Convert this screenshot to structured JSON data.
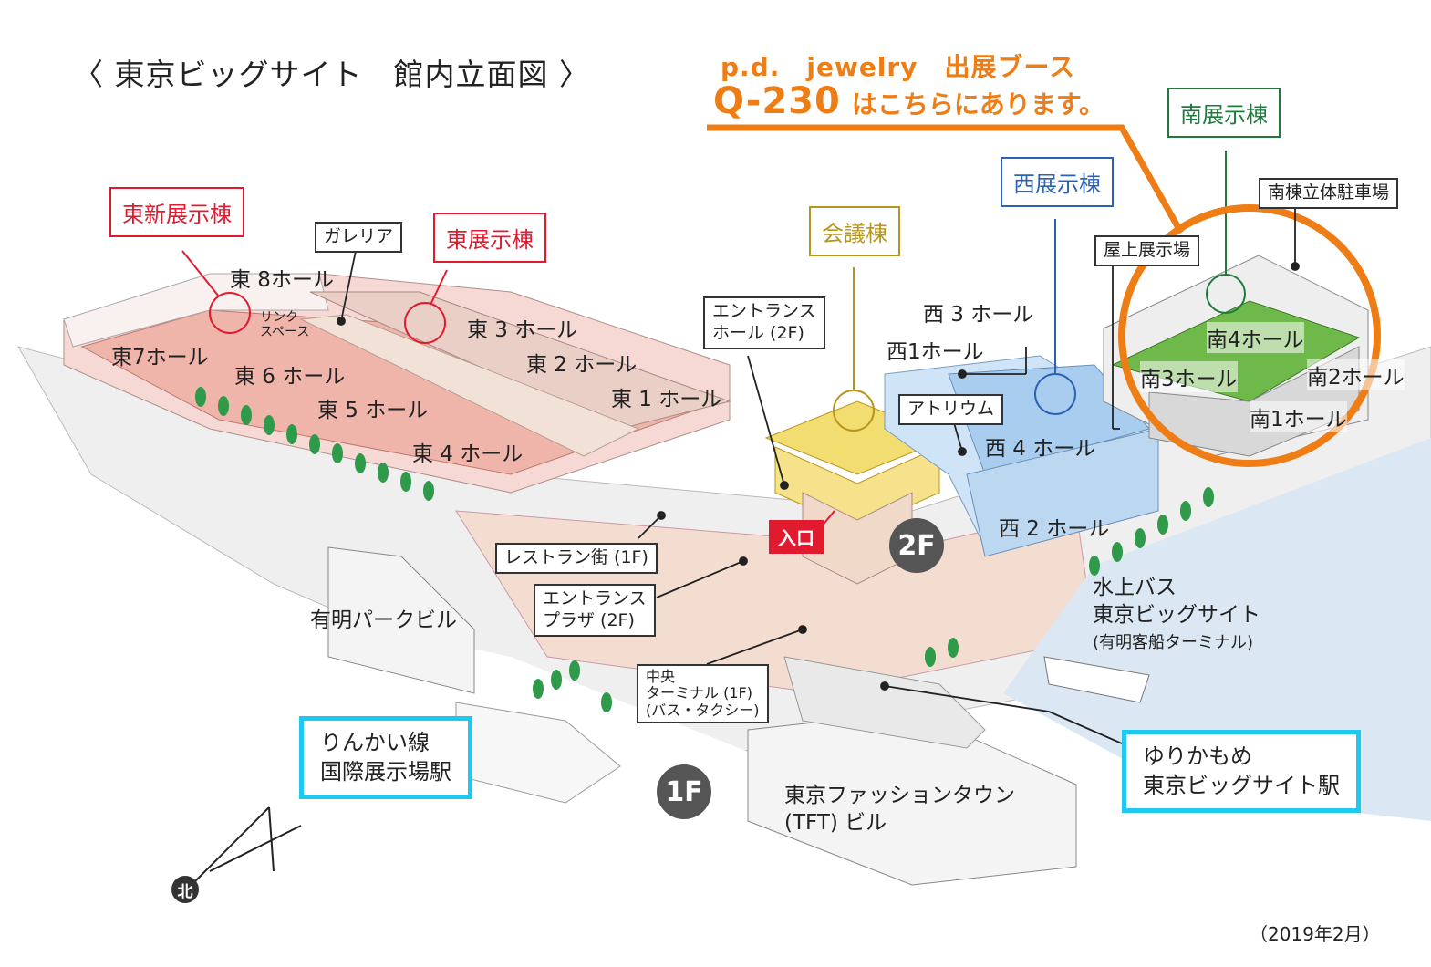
{
  "title": "〈 東京ビッグサイト　館内立面図 〉",
  "promo": {
    "line1": "p.d.　jewelry　出展ブース",
    "booth": "Q-230",
    "line2": "はこちらにあります。",
    "color": "#ef7d16"
  },
  "buildings": {
    "east_new": "東新展示棟",
    "east": "東展示棟",
    "conference": "会議棟",
    "west": "西展示棟",
    "south": "南展示棟",
    "south_parking": "南棟立体駐車場",
    "galleria": "ガレリア",
    "rooftop": "屋上展示場"
  },
  "halls": {
    "e8": "東 8ホール",
    "e7": "東7ホール",
    "e6": "東 6 ホール",
    "e5": "東 5 ホール",
    "e4": "東 4 ホール",
    "e3": "東 3 ホール",
    "e2": "東 2 ホール",
    "e1": "東 1 ホール",
    "link_space": "リンク\nスペース",
    "w3": "西 3 ホール",
    "w1": "西1ホール",
    "w4": "西 4 ホール",
    "w2": "西 2 ホール",
    "s4": "南4ホール",
    "s3": "南3ホール",
    "s2": "南2ホール",
    "s1": "南1ホール"
  },
  "facilities": {
    "entrance_hall": "エントランス\nホール (2F)",
    "atrium": "アトリウム",
    "restaurant": "レストラン街 (1F)",
    "entrance_plaza": "エントランス\nプラザ (2F)",
    "central_terminal": "中央\nターミナル (1F)\n(バス・タクシー)",
    "entrance_mark": "入口",
    "floor_2f": "2F",
    "floor_1f": "1F"
  },
  "surroundings": {
    "ariake_park": "有明パークビル",
    "water_bus": "水上バス\n東京ビッグサイト",
    "water_bus_sub": "(有明客船ターミナル)",
    "tft": "東京ファッションタウン\n(TFT) ビル",
    "rinkai": "りんかい線\n国際展示場駅",
    "yurikamome": "ゆりかもめ\n東京ビッグサイト駅"
  },
  "north_label": "北",
  "date_note": "（2019年2月）",
  "colors": {
    "east_red": "#e01b2f",
    "conference_gold": "#b8961e",
    "west_blue": "#2c62b4",
    "south_green": "#1f7a3d",
    "station_cyan": "#1ec8ee"
  }
}
